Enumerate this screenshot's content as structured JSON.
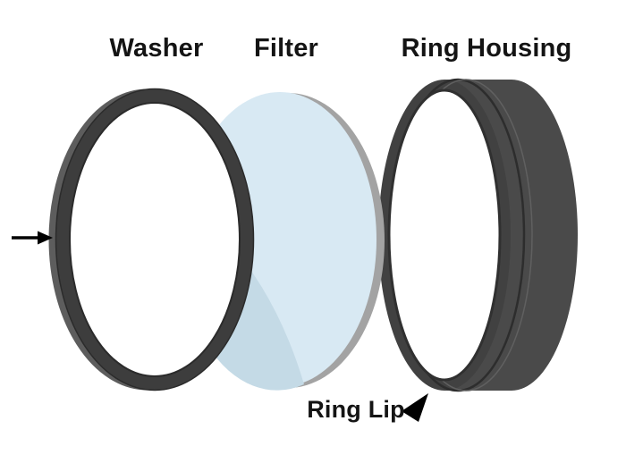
{
  "diagram": {
    "labels": {
      "washer": "Washer",
      "filter": "Filter",
      "ring_housing": "Ring Housing",
      "ring_lip": "Ring Lip"
    },
    "icons": {
      "left_arrow": "insertion-direction-arrow",
      "ring_lip_pointer": "ring-lip-pointer-triangle"
    },
    "colors": {
      "background": "#ffffff",
      "washer_ring": "#3d3d3d",
      "washer_depth": "#5d5d5d",
      "washer_inner_line": "#2b2b2b",
      "filter_glass": "#d8e9f3",
      "filter_shade": "#c4dae6",
      "filter_rim": "#a3a3a3",
      "housing_body": "#4a4a4a",
      "housing_face": "#414141",
      "housing_groove_dark": "#2d2d2d",
      "housing_groove_light": "#606060",
      "housing_hole_edge": "#303030",
      "arrow": "#000000",
      "label_text": "#141414"
    }
  }
}
